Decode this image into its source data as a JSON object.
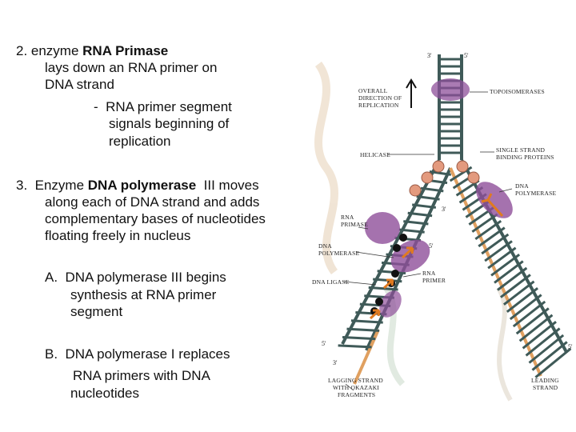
{
  "section2": {
    "prefix": "2. enzyme ",
    "enzyme": "RNA Primase",
    "line2": "lays down an RNA primer on",
    "line3": "DNA strand",
    "bullet1": "-  RNA primer segment",
    "bullet2": "signals beginning of",
    "bullet3": "replication"
  },
  "section3": {
    "prefix": "3.  Enzyme ",
    "enzyme": "DNA polymerase",
    "suffix": "  III moves",
    "line2": "along each of DNA strand and adds",
    "line3": "complementary bases of nucleotides",
    "line4": "floating freely in nucleus"
  },
  "itemA": {
    "line1": "A.  DNA polymerase III begins",
    "line2": "synthesis at RNA primer",
    "line3": "segment"
  },
  "itemB": {
    "line1": "B.  DNA polymerase I replaces",
    "line2": "RNA primers with DNA",
    "line3": "nucleotides"
  },
  "diagram": {
    "labels": {
      "overall1": "OVERALL",
      "overall2": "DIRECTION OF",
      "overall3": "REPLICATION",
      "topo": "TOPOISOMERASES",
      "helicase": "HELICASE",
      "ssbp1": "SINGLE STRAND",
      "ssbp2": "BINDING PROTEINS",
      "dnapolR1": "DNA",
      "dnapolR2": "POLYMERASE",
      "primase1": "RNA",
      "primase2": "PRIMASE",
      "dnapolL1": "DNA",
      "dnapolL2": "POLYMERASE",
      "ligase": "DNA LIGASE",
      "primer1": "RNA",
      "primer2": "PRIMER",
      "lagging1": "LAGGING STRAND",
      "lagging2": "WITH OKAZAKI",
      "lagging3": "FRAGMENTS",
      "leading1": "LEADING",
      "leading2": "STRAND"
    },
    "ends": {
      "top3": "3'",
      "top5": "5'",
      "right3": "3'",
      "mid5": "5'",
      "bot5": "5'",
      "bot3": "3'",
      "botR5": "5'"
    },
    "colors": {
      "backbone": "#3f5a58",
      "rung": "#3f5a58",
      "newStrand": "#e0a060",
      "enzyme": "#8e4f9a",
      "helicase": "#e39a7e",
      "primer": "#111111",
      "arrow": "#e07b20"
    }
  }
}
